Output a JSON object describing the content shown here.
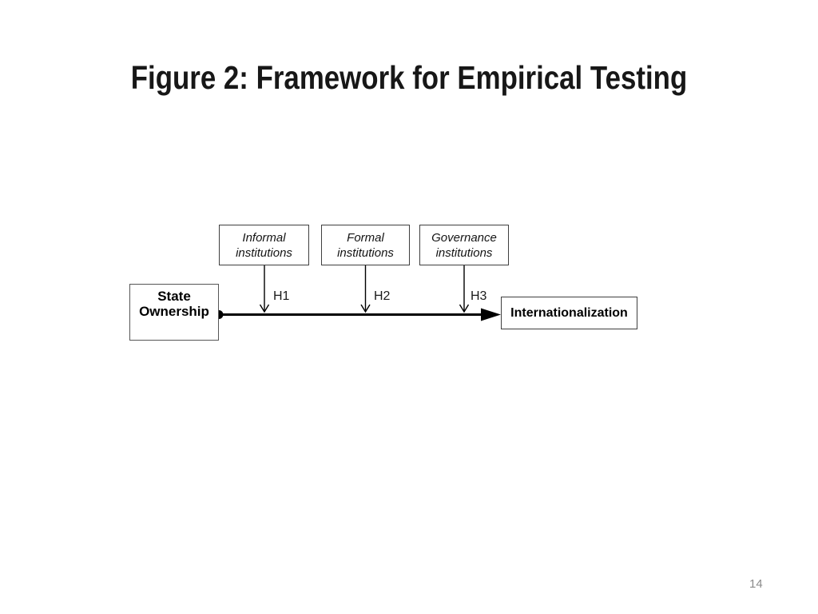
{
  "slide": {
    "title": "Figure 2: Framework for Empirical Testing",
    "page_number": "14"
  },
  "diagram": {
    "moderator_boxes": [
      {
        "line1": "Informal",
        "line2": "institutions"
      },
      {
        "line1": "Formal",
        "line2": "institutions"
      },
      {
        "line1": "Governance",
        "line2": "institutions"
      }
    ],
    "source_box": {
      "line1": "State",
      "line2": "Ownership"
    },
    "target_box": {
      "label": "Internationalization"
    },
    "hypothesis_labels": [
      "H1",
      "H2",
      "H3"
    ],
    "colors": {
      "background": "#ffffff",
      "text": "#000000",
      "box_border": "#3f3f3f",
      "arrow": "#000000",
      "page_number": "#8b8b8b"
    }
  }
}
